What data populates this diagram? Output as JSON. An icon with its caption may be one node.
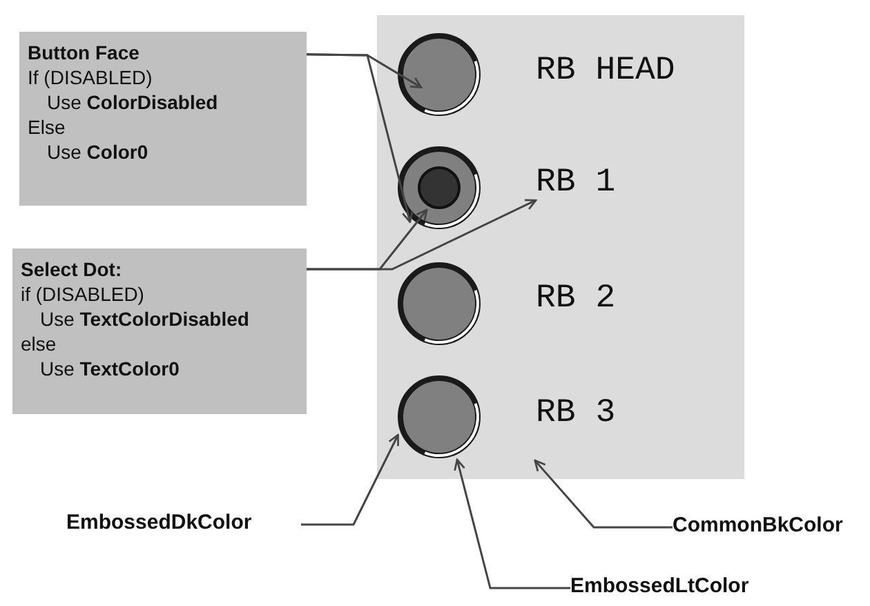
{
  "diagram": {
    "nodes": [
      {
        "text": [
          "Button Face",
          "If (DISABLED)",
          "Use **ColorDisabled**",
          "Else",
          "Use **Color0**"
        ]
      },
      {
        "text": [
          "Select Dot:",
          "if (DISABLED)",
          "Use **TextColorDisabled**",
          "else",
          "Use **TextColor0**"
        ]
      },
      {
        "text": [],
        "shape": "box"
      },
      {
        "text": [],
        "shape": "circle",
        "in": 2
      },
      {
        "text": [
          "RB HEAD"
        ],
        "in": 2
      },
      {
        "text": [],
        "shape": "circle",
        "in": 2
      },
      {
        "text": [],
        "shape": "circle",
        "in": 5
      },
      {
        "text": [
          "RB 1"
        ],
        "in": 2
      },
      {
        "text": [],
        "shape": "circle",
        "in": 2
      },
      {
        "text": [
          "RB 2"
        ],
        "in": 2
      },
      {
        "text": [],
        "shape": "circle",
        "in": 2
      },
      {
        "text": [
          "RB 3"
        ],
        "in": 2
      },
      {
        "text": [
          "EmbossedDkColor"
        ]
      },
      {
        "text": [
          "EmbossedLtColor"
        ]
      },
      {
        "text": [
          "CommonBkColor"
        ]
      }
    ],
    "edges": [
      {
        "from": 0,
        "to": 3,
        "arrow": "to"
      },
      {
        "from": 0,
        "to": 5,
        "arrow": "to"
      },
      {
        "from": 1,
        "to": 6,
        "arrow": "to"
      },
      {
        "from": 1,
        "to": 7,
        "arrow": "to"
      },
      {
        "from": 12,
        "to": 10,
        "arrow": "to"
      },
      {
        "from": 13,
        "to": 10,
        "arrow": "to"
      },
      {
        "from": 14,
        "to": 2,
        "arrow": "to"
      }
    ]
  }
}
